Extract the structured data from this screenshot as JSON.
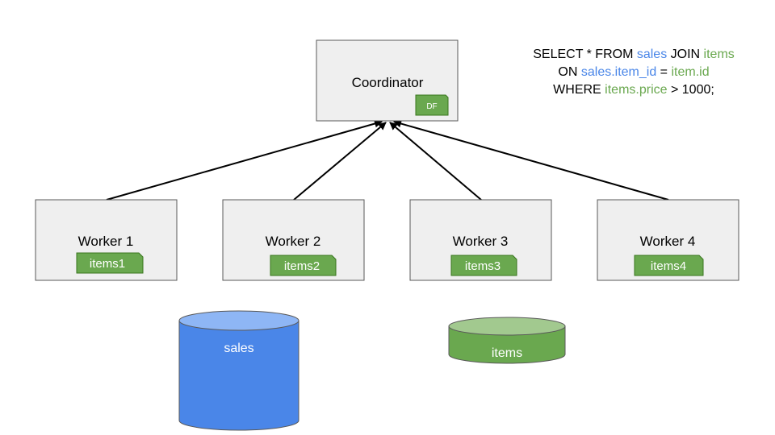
{
  "colors": {
    "box_fill": "#efefef",
    "box_stroke": "#595959",
    "tag_green": "#6aa84f",
    "tag_stroke": "#38761d",
    "sales_blue": "#4a86e8",
    "sales_top": "#8eb6f5",
    "items_top": "#a2c98f",
    "sql_blue": "#4a86e8",
    "sql_green": "#6aa84f",
    "arrow": "#000000"
  },
  "coordinator": {
    "label": "Coordinator",
    "tag": "DF"
  },
  "workers": [
    {
      "label": "Worker 1",
      "tag": "items1"
    },
    {
      "label": "Worker 2",
      "tag": "items2"
    },
    {
      "label": "Worker 3",
      "tag": "items3"
    },
    {
      "label": "Worker 4",
      "tag": "items4"
    }
  ],
  "tables": {
    "sales": {
      "label": "sales"
    },
    "items": {
      "label": "items"
    }
  },
  "query": {
    "line1": {
      "p1": "SELECT * FROM ",
      "t1": "sales",
      "p2": " JOIN ",
      "t2": "items"
    },
    "line2": {
      "p1": "ON ",
      "c1": "sales.item_id",
      "p2": " = ",
      "c2": "item.id"
    },
    "line3": {
      "p1": "WHERE ",
      "c1": "items.price",
      "p2": " > 1000;"
    }
  }
}
